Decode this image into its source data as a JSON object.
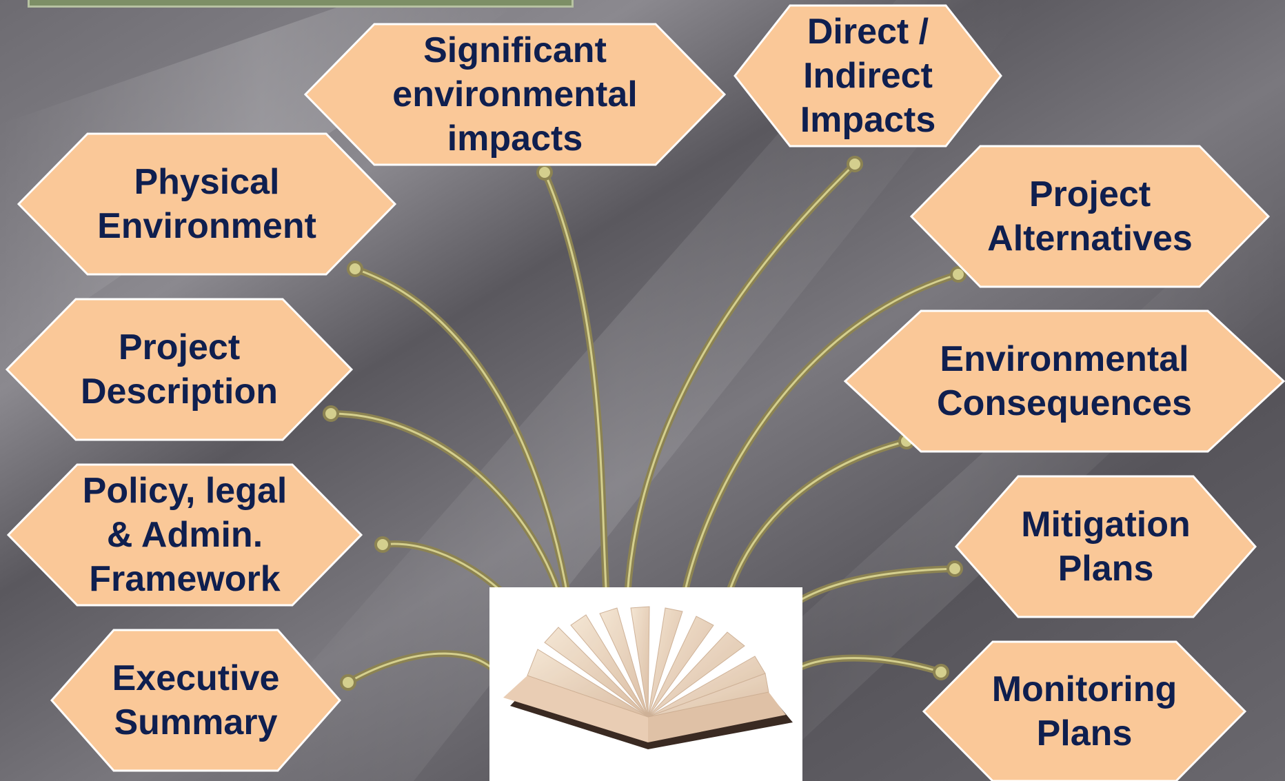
{
  "colors": {
    "background": "#5e5c62",
    "hexagon_fill": "#fac898",
    "hexagon_stroke": "#ffffff",
    "label_text": "#0f1f4f",
    "arrow_fill": "#8c8352",
    "arrow_stroke": "#d4cf8e"
  },
  "center": {
    "icon": "open-book-icon"
  },
  "topics": [
    {
      "id": "significant-impacts",
      "label": "Significant\nenvironmental\nimpacts"
    },
    {
      "id": "direct-indirect-impacts",
      "label": "Direct /\nIndirect\nImpacts"
    },
    {
      "id": "physical-environment",
      "label": "Physical\nEnvironment"
    },
    {
      "id": "project-alternatives",
      "label": "Project\nAlternatives"
    },
    {
      "id": "project-description",
      "label": "Project\nDescription"
    },
    {
      "id": "environmental-consequences",
      "label": "Environmental\nConsequences"
    },
    {
      "id": "policy-legal-admin",
      "label": "Policy, legal\n& Admin.\nFramework"
    },
    {
      "id": "mitigation-plans",
      "label": "Mitigation\nPlans"
    },
    {
      "id": "executive-summary",
      "label": "Executive\nSummary"
    },
    {
      "id": "monitoring-plans",
      "label": "Monitoring\nPlans"
    }
  ]
}
